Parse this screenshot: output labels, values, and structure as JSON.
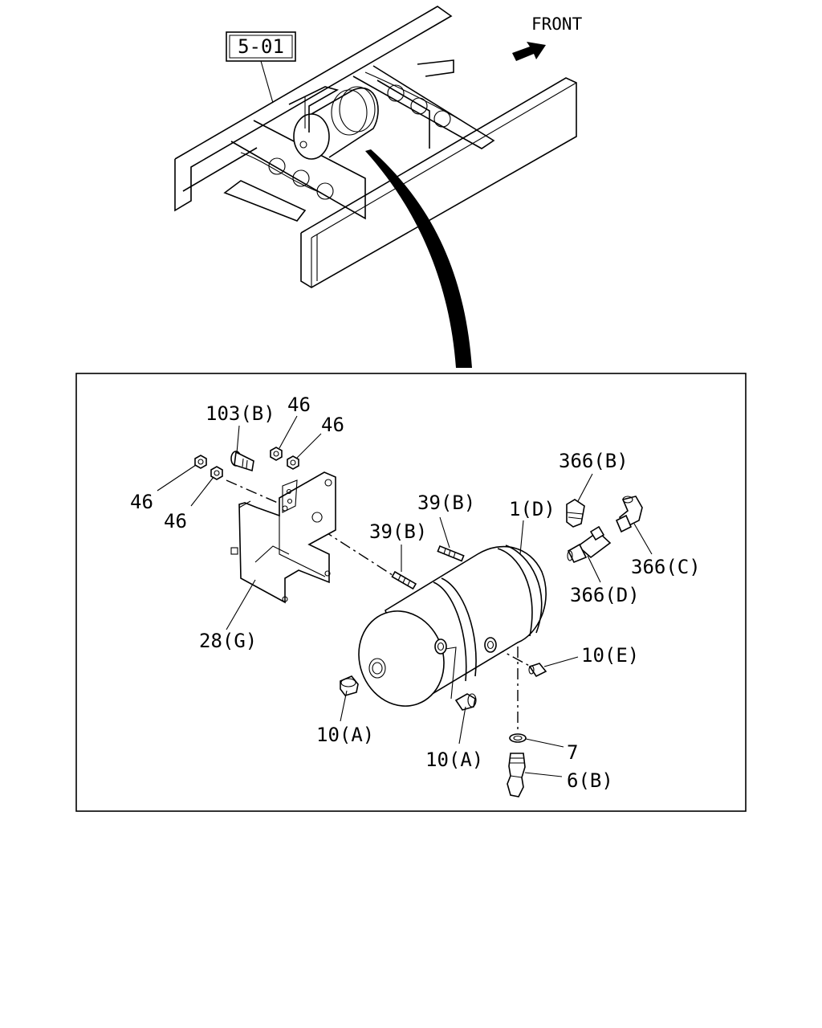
{
  "reference_box": "5-01",
  "direction_label": "FRONT",
  "parts": {
    "p103b": "103(B)",
    "p46_a": "46",
    "p46_b": "46",
    "p46_c": "46",
    "p46_d": "46",
    "p28g": "28(G)",
    "p39b_a": "39(B)",
    "p39b_b": "39(B)",
    "p1d": "1(D)",
    "p366b": "366(B)",
    "p366c": "366(C)",
    "p366d": "366(D)",
    "p10e": "10(E)",
    "p10a_a": "10(A)",
    "p10a_b": "10(A)",
    "p7": "7",
    "p6b": "6(B)"
  },
  "icons": {
    "front_arrow": "arrow-icon"
  }
}
